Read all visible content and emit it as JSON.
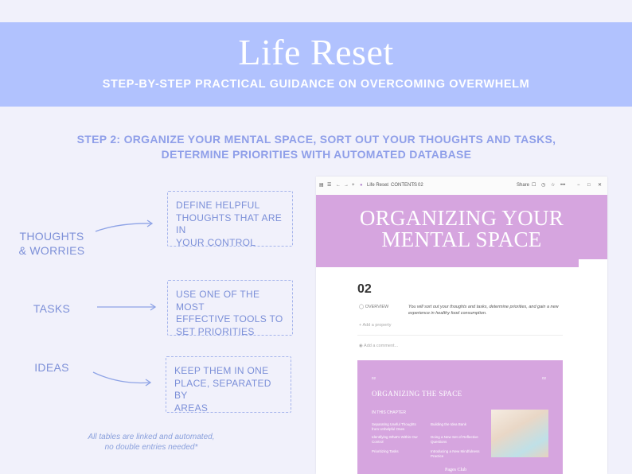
{
  "banner": {
    "title": "Life Reset",
    "subtitle": "STEP-BY-STEP PRACTICAL GUIDANCE ON OVERCOMING OVERWHELM"
  },
  "step": {
    "line1": "STEP 2: ORGANIZE YOUR MENTAL SPACE, SORT OUT YOUR THOUGHTS AND TASKS,",
    "line2": "DETERMINE PRIORITIES WITH AUTOMATED DATABASE"
  },
  "rows": [
    {
      "label_line1": "THOUGHTS",
      "label_line2": "& WORRIES",
      "box": [
        "DEFINE HELPFUL",
        "THOUGHTS THAT ARE IN",
        "YOUR CONTROL"
      ]
    },
    {
      "label_line1": "TASKS",
      "box": [
        "USE  ONE OF THE MOST",
        "EFFECTIVE TOOLS TO",
        "SET PRIORITIES"
      ]
    },
    {
      "label_line1": "IDEAS",
      "box": [
        "KEEP THEM IN ONE",
        "PLACE, SEPARATED BY",
        "AREAS"
      ]
    }
  ],
  "note": {
    "line1": "All tables are linked and automated,",
    "line2": "no double entries needed*"
  },
  "screenshot": {
    "breadcrumb_root": "Life Reset",
    "breadcrumb_sep1": "/",
    "breadcrumb_mid": "CONTENTS",
    "breadcrumb_sep2": "/",
    "breadcrumb_page": "02",
    "share_label": "Share",
    "cover_title_line1": "ORGANIZING YOUR",
    "cover_title_line2": "MENTAL SPACE",
    "page_number": "02",
    "overview_label": "OVERVIEW",
    "overview_text": "You will sort out your thoughts and tasks, determine priorities, and gain a new experience in healthy food consumption.",
    "add_property": "Add a property",
    "add_comment": "Add a comment...",
    "card": {
      "num_left": "02",
      "num_right": "02",
      "title": "ORGANIZING THE SPACE",
      "section": "IN THIS CHAPTER",
      "items_col1": [
        "Separating Useful Thoughts from Unhelpful Ones",
        "Identifying What's Within Our Control",
        "Prioritizing Tasks"
      ],
      "items_col2": [
        "Building the Idea Bank",
        "Doing a New Set of Reflective Questions",
        "Introducing a New Mindfulness Practice"
      ],
      "footer": "Pages Club"
    }
  },
  "colors": {
    "banner": "#b1c2fe",
    "accent_text": "#8f9fe9",
    "cover_purple": "#d6a5df",
    "background": "#f1f1fb"
  }
}
